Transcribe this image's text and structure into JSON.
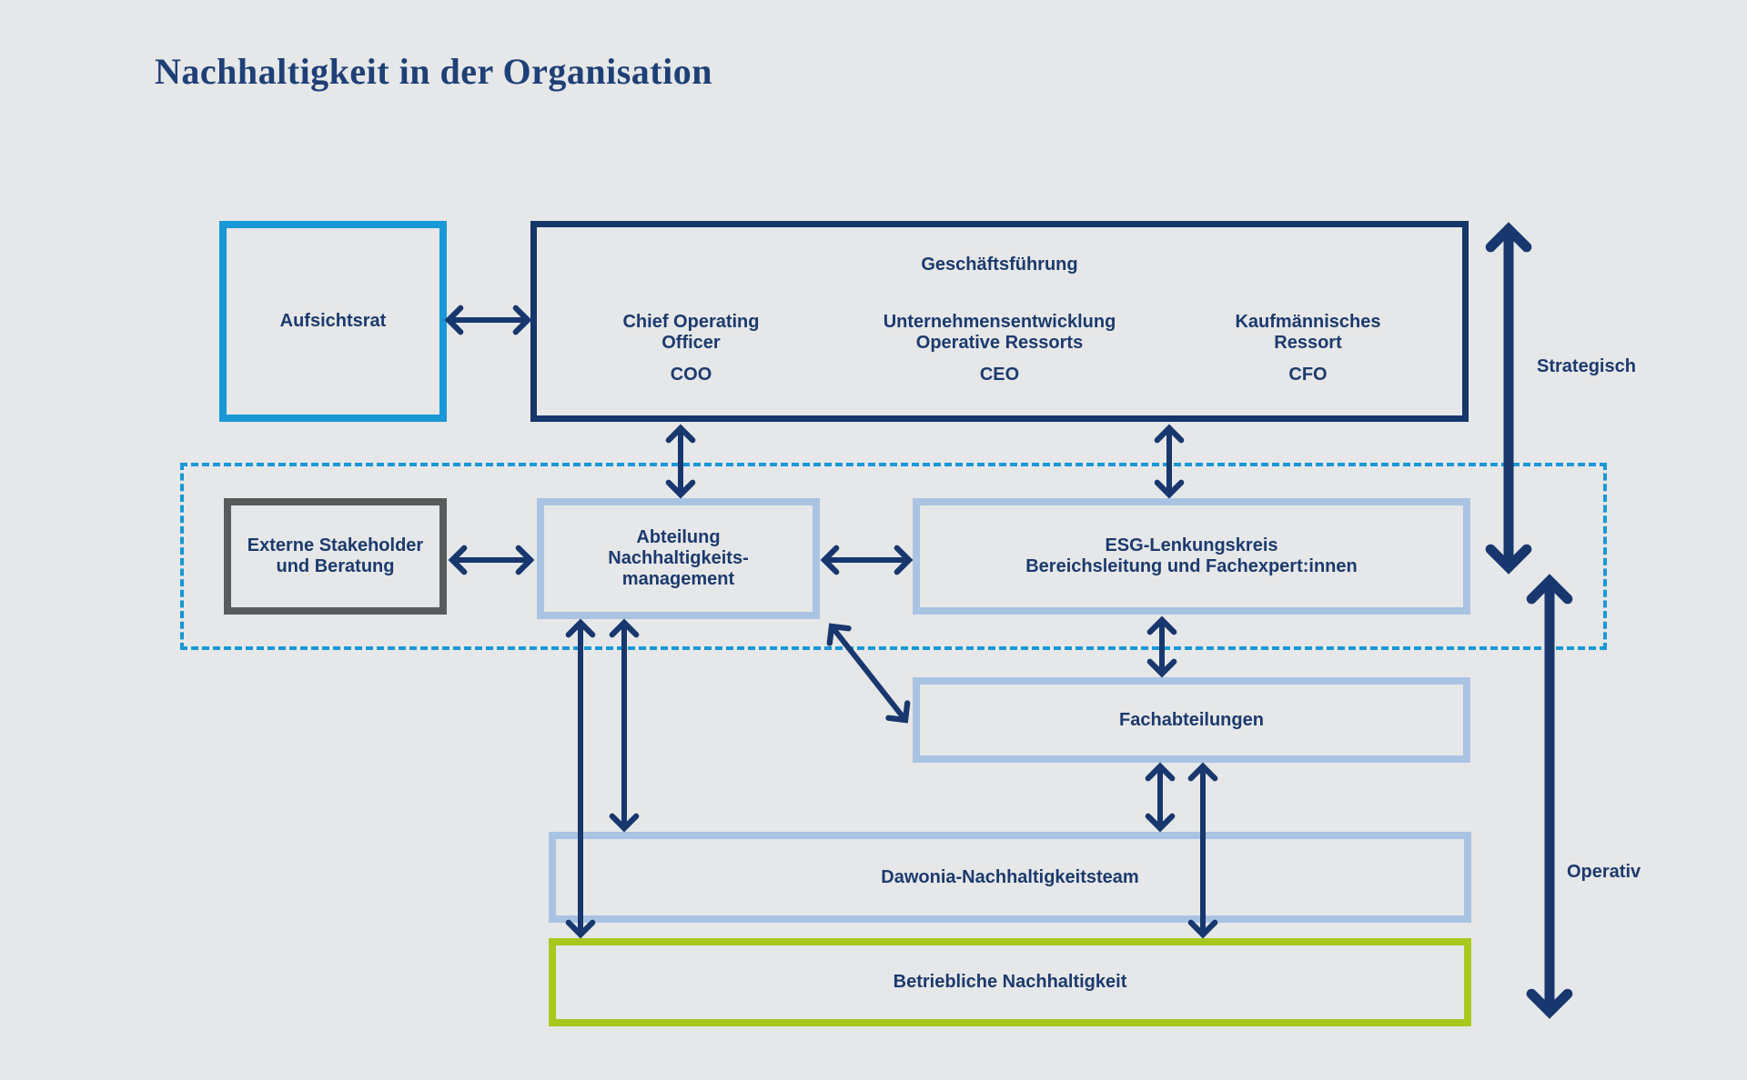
{
  "title": "Nachhaltigkeit in der Organisation",
  "boxes": {
    "aufsichtsrat": "Aufsichtsrat",
    "geschaeftsfuehrung_title": "Geschäftsführung",
    "roles": [
      {
        "title": "Chief Operating\nOfficer",
        "abbr": "COO"
      },
      {
        "title": "Unternehmensentwicklung\nOperative Ressorts",
        "abbr": "CEO"
      },
      {
        "title": "Kaufmännisches\nRessort",
        "abbr": "CFO"
      }
    ],
    "externe_stakeholder": "Externe Stakeholder\nund Beratung",
    "abteilung_nachhaltigkeitsmanagement": "Abteilung\nNachhaltigkeits-\nmanagement",
    "esg_lenkungskreis": "ESG-Lenkungskreis\nBereichsleitung und Fachexpert:innen",
    "fachabteilungen": "Fachabteilungen",
    "dawonia_nachhaltigkeitsteam": "Dawonia-Nachhaltigkeitsteam",
    "betriebliche_nachhaltigkeit": "Betriebliche Nachhaltigkeit"
  },
  "axis_labels": {
    "strategisch": "Strategisch",
    "operativ": "Operativ"
  },
  "colors": {
    "background": "#e6e7e8",
    "navy": "#17376e",
    "cyan": "#1898d6",
    "light_blue": "#a9c3e3",
    "dark_gray": "#595a5c",
    "green": "#a8c81e",
    "title_text": "#1e4077"
  }
}
